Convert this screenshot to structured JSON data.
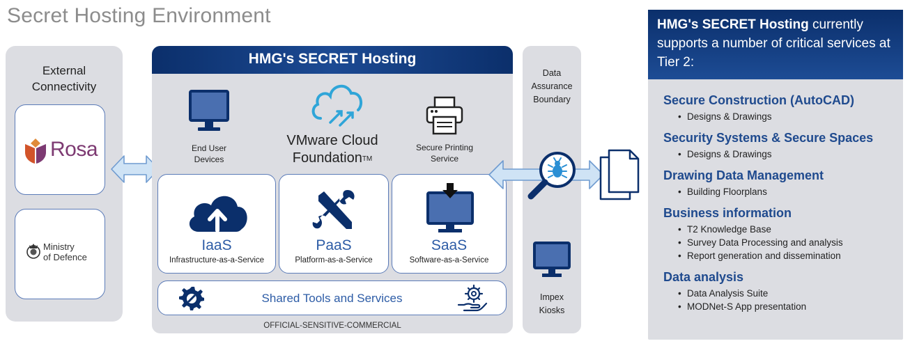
{
  "title": "Secret Hosting Environment",
  "external": {
    "title_line1": "External",
    "title_line2": "Connectivity",
    "rosa_logo": "Rosa",
    "mod_logo_line1": "Ministry",
    "mod_logo_line2": "of Defence"
  },
  "main": {
    "title": "HMG's SECRET Hosting",
    "end_user_line1": "End User",
    "end_user_line2": "Devices",
    "vmware_line1": "VMware Cloud",
    "vmware_line2": "Foundation",
    "vmware_tm": "TM",
    "printing_line1": "Secure Printing",
    "printing_line2": "Service",
    "services": [
      {
        "name": "IaaS",
        "sub": "Infrastructure-as-a-Service",
        "icon": "cloud-upload-icon"
      },
      {
        "name": "PaaS",
        "sub": "Platform-as-a-Service",
        "icon": "tools-icon"
      },
      {
        "name": "SaaS",
        "sub": "Software-as-a-Service",
        "icon": "monitor-download-icon"
      }
    ],
    "shared": "Shared Tools and Services",
    "classification": "OFFICIAL-SENSITIVE-COMMERCIAL"
  },
  "boundary": {
    "line1": "Data",
    "line2": "Assurance",
    "line3": "Boundary",
    "impex_line1": "Impex",
    "impex_line2": "Kiosks"
  },
  "info": {
    "intro_bold": "HMG's SECRET Hosting",
    "intro_rest": " currently supports a number of critical services at Tier 2:",
    "categories": [
      {
        "title": "Secure Construction (AutoCAD)",
        "items": [
          "Designs & Drawings"
        ]
      },
      {
        "title": "Security Systems & Secure Spaces",
        "items": [
          "Designs & Drawings"
        ]
      },
      {
        "title": "Drawing Data Management",
        "items": [
          "Building Floorplans"
        ]
      },
      {
        "title": "Business information",
        "items": [
          "T2 Knowledge Base",
          "Survey Data Processing and analysis",
          "Report generation and dissemination"
        ]
      },
      {
        "title": "Data analysis",
        "items": [
          "Data Analysis Suite",
          "MODNet-S App presentation"
        ]
      }
    ]
  },
  "colors": {
    "navy": "#0b2f6b",
    "blue_accent": "#2d5ca6",
    "panel_grey": "#dcdde2",
    "rosa_purple": "#7d3a72",
    "arrow_fill": "#cfe3f5"
  }
}
